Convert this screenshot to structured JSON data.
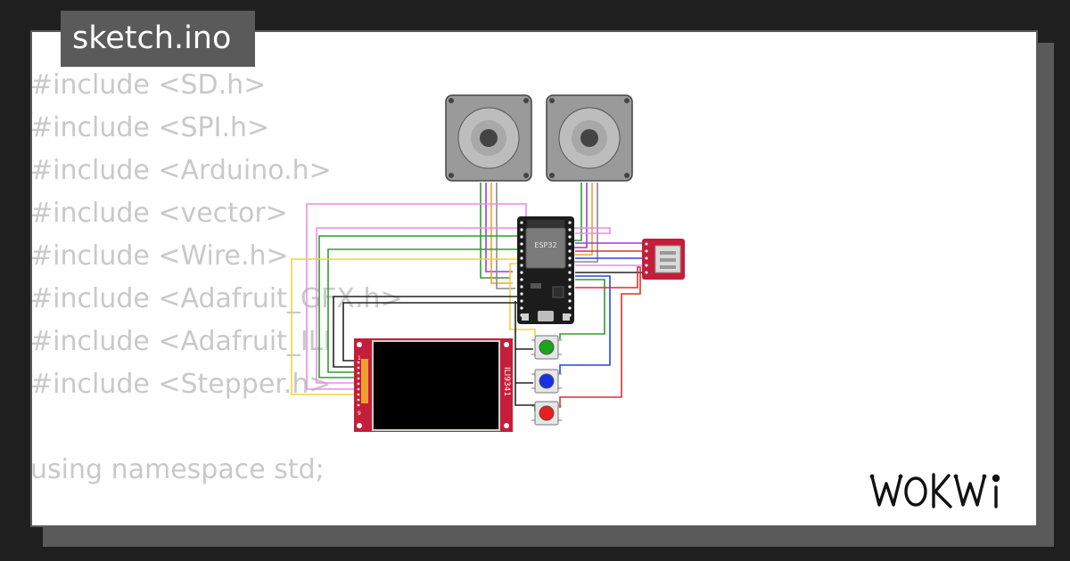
{
  "tab": {
    "title": "sketch.ino"
  },
  "code": {
    "includes": [
      "#include <SD.h>",
      "#include <SPI.h>",
      "#include <Arduino.h>",
      "#include <vector>",
      "#include <Wire.h>",
      "#include <Adafruit_GFX.h>",
      "#include <Adafruit_ILI",
      "#include <Stepper.h>"
    ],
    "namespace_line": "using namespace std;"
  },
  "diagram": {
    "mcu_label": "ESP32",
    "display_label": "ILI9341",
    "display_pin_numbers": {
      "first": "1",
      "last": "9"
    },
    "buttons": [
      {
        "name": "green-pushbutton",
        "color": "#1aa51a"
      },
      {
        "name": "blue-pushbutton",
        "color": "#1a2fe6"
      },
      {
        "name": "red-pushbutton",
        "color": "#ee1c1c"
      }
    ],
    "wire_colors": {
      "green": "#2e9e2e",
      "violet": "#9a3fd1",
      "pink": "#e98be6",
      "yellow": "#f5d23a",
      "red": "#d63232",
      "blue": "#2a44e6",
      "gray": "#8a8a8a",
      "black": "#222222",
      "orange": "#f0a030"
    }
  },
  "brand": {
    "logo": "WOKWi"
  },
  "colors": {
    "background": "#1f1f1f",
    "frame": "#5a5a5a",
    "code_text": "#c9c9c9"
  }
}
